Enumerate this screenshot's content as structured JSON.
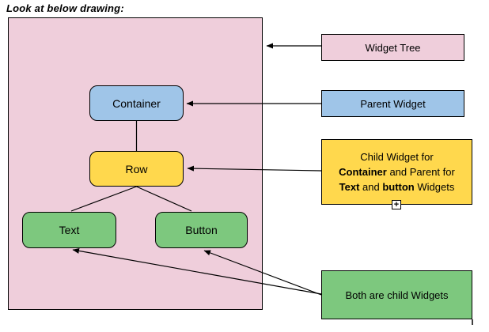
{
  "title": "Look at below drawing:",
  "colors": {
    "canvas_pink": "#efcedb",
    "node_blue": "#9fc5e8",
    "node_yellow": "#ffd84d",
    "node_green": "#7dc87e",
    "border": "#000000"
  },
  "diagram": {
    "nodes": {
      "container": "Container",
      "row": "Row",
      "text": "Text",
      "button": "Button"
    }
  },
  "callouts": {
    "widget_tree": "Widget Tree",
    "parent_widget": "Parent Widget",
    "child_widget": {
      "line1": "Child Widget for",
      "line2_bold": "Container",
      "line2_rest": " and Parent for",
      "line3_bold1": "Text",
      "line3_mid": " and ",
      "line3_bold2": "button",
      "line3_rest": " Widgets"
    },
    "both_children": "Both are child Widgets"
  },
  "icons": {
    "plus_handle": "+"
  }
}
